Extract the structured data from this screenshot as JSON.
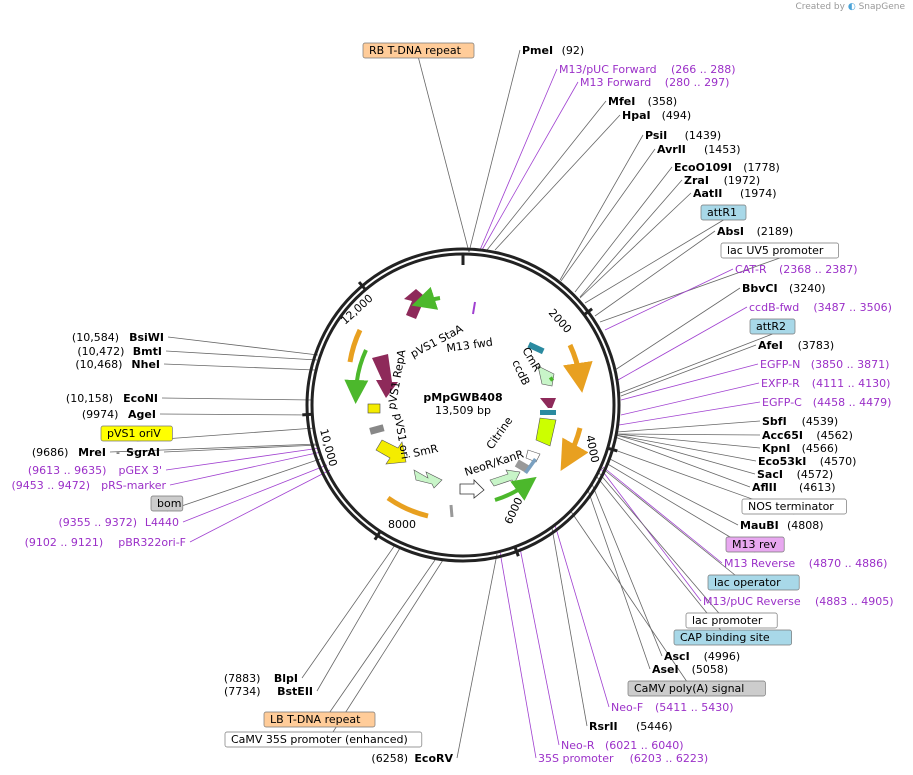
{
  "credit": {
    "prefix": "Created by",
    "brand": "SnapGene"
  },
  "plasmid": {
    "name": "pMpGWB408",
    "size": "13,509 bp"
  },
  "ticks": [
    "2000",
    "4000",
    "6000",
    "8000",
    "10,000",
    "12,000"
  ],
  "feature_labels": [
    "pVS1 StaA",
    "M13 fwd",
    "pVS1 RepA",
    "pVS1 ori",
    "SmR",
    "CmR",
    "ccdB",
    "Citrine",
    "NeoR/KanR"
  ],
  "sites": [
    {
      "name": "PmeI",
      "pos": "(92)"
    },
    {
      "name": "M13/pUC Forward",
      "pos": "(266 .. 288)"
    },
    {
      "name": "M13 Forward",
      "pos": "(280 .. 297)"
    },
    {
      "name": "MfeI",
      "pos": "(358)"
    },
    {
      "name": "HpaI",
      "pos": "(494)"
    },
    {
      "name": "PsiI",
      "pos": "(1439)"
    },
    {
      "name": "AvrII",
      "pos": "(1453)"
    },
    {
      "name": "EcoO109I",
      "pos": "(1778)"
    },
    {
      "name": "ZraI",
      "pos": "(1972)"
    },
    {
      "name": "AatII",
      "pos": "(1974)"
    },
    {
      "name": "attR1",
      "pos": ""
    },
    {
      "name": "AbsI",
      "pos": "(2189)"
    },
    {
      "name": "lac UV5 promoter",
      "pos": ""
    },
    {
      "name": "CAT-R",
      "pos": "(2368 .. 2387)"
    },
    {
      "name": "BbvCI",
      "pos": "(3240)"
    },
    {
      "name": "ccdB-fwd",
      "pos": "(3487 .. 3506)"
    },
    {
      "name": "attR2",
      "pos": ""
    },
    {
      "name": "AfeI",
      "pos": "(3783)"
    },
    {
      "name": "EGFP-N",
      "pos": "(3850 .. 3871)"
    },
    {
      "name": "EXFP-R",
      "pos": "(4111 .. 4130)"
    },
    {
      "name": "EGFP-C",
      "pos": "(4458 .. 4479)"
    },
    {
      "name": "SbfI",
      "pos": "(4539)"
    },
    {
      "name": "Acc65I",
      "pos": "(4562)"
    },
    {
      "name": "KpnI",
      "pos": "(4566)"
    },
    {
      "name": "Eco53kI",
      "pos": "(4570)"
    },
    {
      "name": "SacI",
      "pos": "(4572)"
    },
    {
      "name": "AflII",
      "pos": "(4613)"
    },
    {
      "name": "NOS terminator",
      "pos": ""
    },
    {
      "name": "MauBI",
      "pos": "(4808)"
    },
    {
      "name": "M13 rev",
      "pos": ""
    },
    {
      "name": "M13 Reverse",
      "pos": "(4870 .. 4886)"
    },
    {
      "name": "lac operator",
      "pos": ""
    },
    {
      "name": "M13/pUC Reverse",
      "pos": "(4883 .. 4905)"
    },
    {
      "name": "lac promoter",
      "pos": ""
    },
    {
      "name": "CAP binding site",
      "pos": ""
    },
    {
      "name": "AscI",
      "pos": "(4996)"
    },
    {
      "name": "AseI",
      "pos": "(5058)"
    },
    {
      "name": "CaMV poly(A) signal",
      "pos": ""
    },
    {
      "name": "Neo-F",
      "pos": "(5411 .. 5430)"
    },
    {
      "name": "RsrII",
      "pos": "(5446)"
    },
    {
      "name": "Neo-R",
      "pos": "(6021 .. 6040)"
    },
    {
      "name": "35S promoter",
      "pos": "(6203 .. 6223)"
    },
    {
      "name": "EcoRV",
      "pos": "(6258)"
    },
    {
      "name": "CaMV 35S promoter (enhanced)",
      "pos": ""
    },
    {
      "name": "LB T-DNA repeat",
      "pos": ""
    },
    {
      "name": "BstEII",
      "pos": "(7734)"
    },
    {
      "name": "BlpI",
      "pos": "(7883)"
    },
    {
      "name": "pBR322ori-F",
      "pos": "(9102 .. 9121)"
    },
    {
      "name": "L4440",
      "pos": "(9355 .. 9372)"
    },
    {
      "name": "bom",
      "pos": ""
    },
    {
      "name": "pRS-marker",
      "pos": "(9453 .. 9472)"
    },
    {
      "name": "pGEX 3'",
      "pos": "(9613 .. 9635)"
    },
    {
      "name": "SgrAI",
      "pos": ""
    },
    {
      "name": "MreI",
      "pos": "(9686)"
    },
    {
      "name": "pVS1 oriV",
      "pos": ""
    },
    {
      "name": "AgeI",
      "pos": "(9974)"
    },
    {
      "name": "EcoNI",
      "pos": "(10,158)"
    },
    {
      "name": "NheI",
      "pos": "(10,468)"
    },
    {
      "name": "BmtI",
      "pos": "(10,472)"
    },
    {
      "name": "BsiWI",
      "pos": "(10,584)"
    },
    {
      "name": "RB T-DNA repeat",
      "pos": ""
    }
  ]
}
